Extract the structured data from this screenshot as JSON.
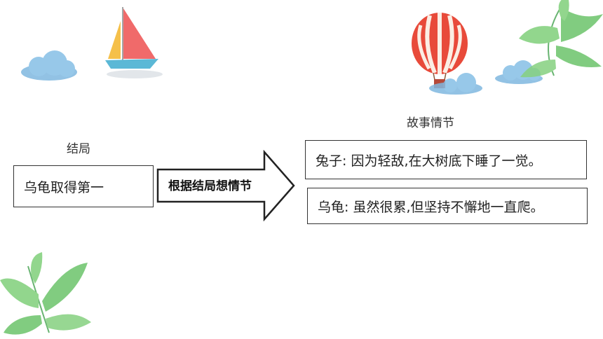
{
  "ending": {
    "heading": "结局",
    "box_text": "乌龟取得第一"
  },
  "arrow": {
    "label": "根据结局想情节"
  },
  "plot": {
    "heading": "故事情节",
    "items": [
      "兔子: 因为轻敌,在大树底下睡了一觉。",
      "乌龟: 虽然很累,但坚持不懈地一直爬。"
    ]
  },
  "icons": {
    "sailboat": "sailboat-icon",
    "balloon": "hot-air-balloon-icon",
    "cloud": "cloud-icon",
    "leaves": "palm-leaf-icon"
  },
  "colors": {
    "cloud": "#7fb8e0",
    "leaf": "#6cc46a",
    "balloon_red": "#e84a3a",
    "sail_red": "#f06a6a",
    "sail_yellow": "#f5c04a",
    "hull": "#5bb8d6"
  }
}
